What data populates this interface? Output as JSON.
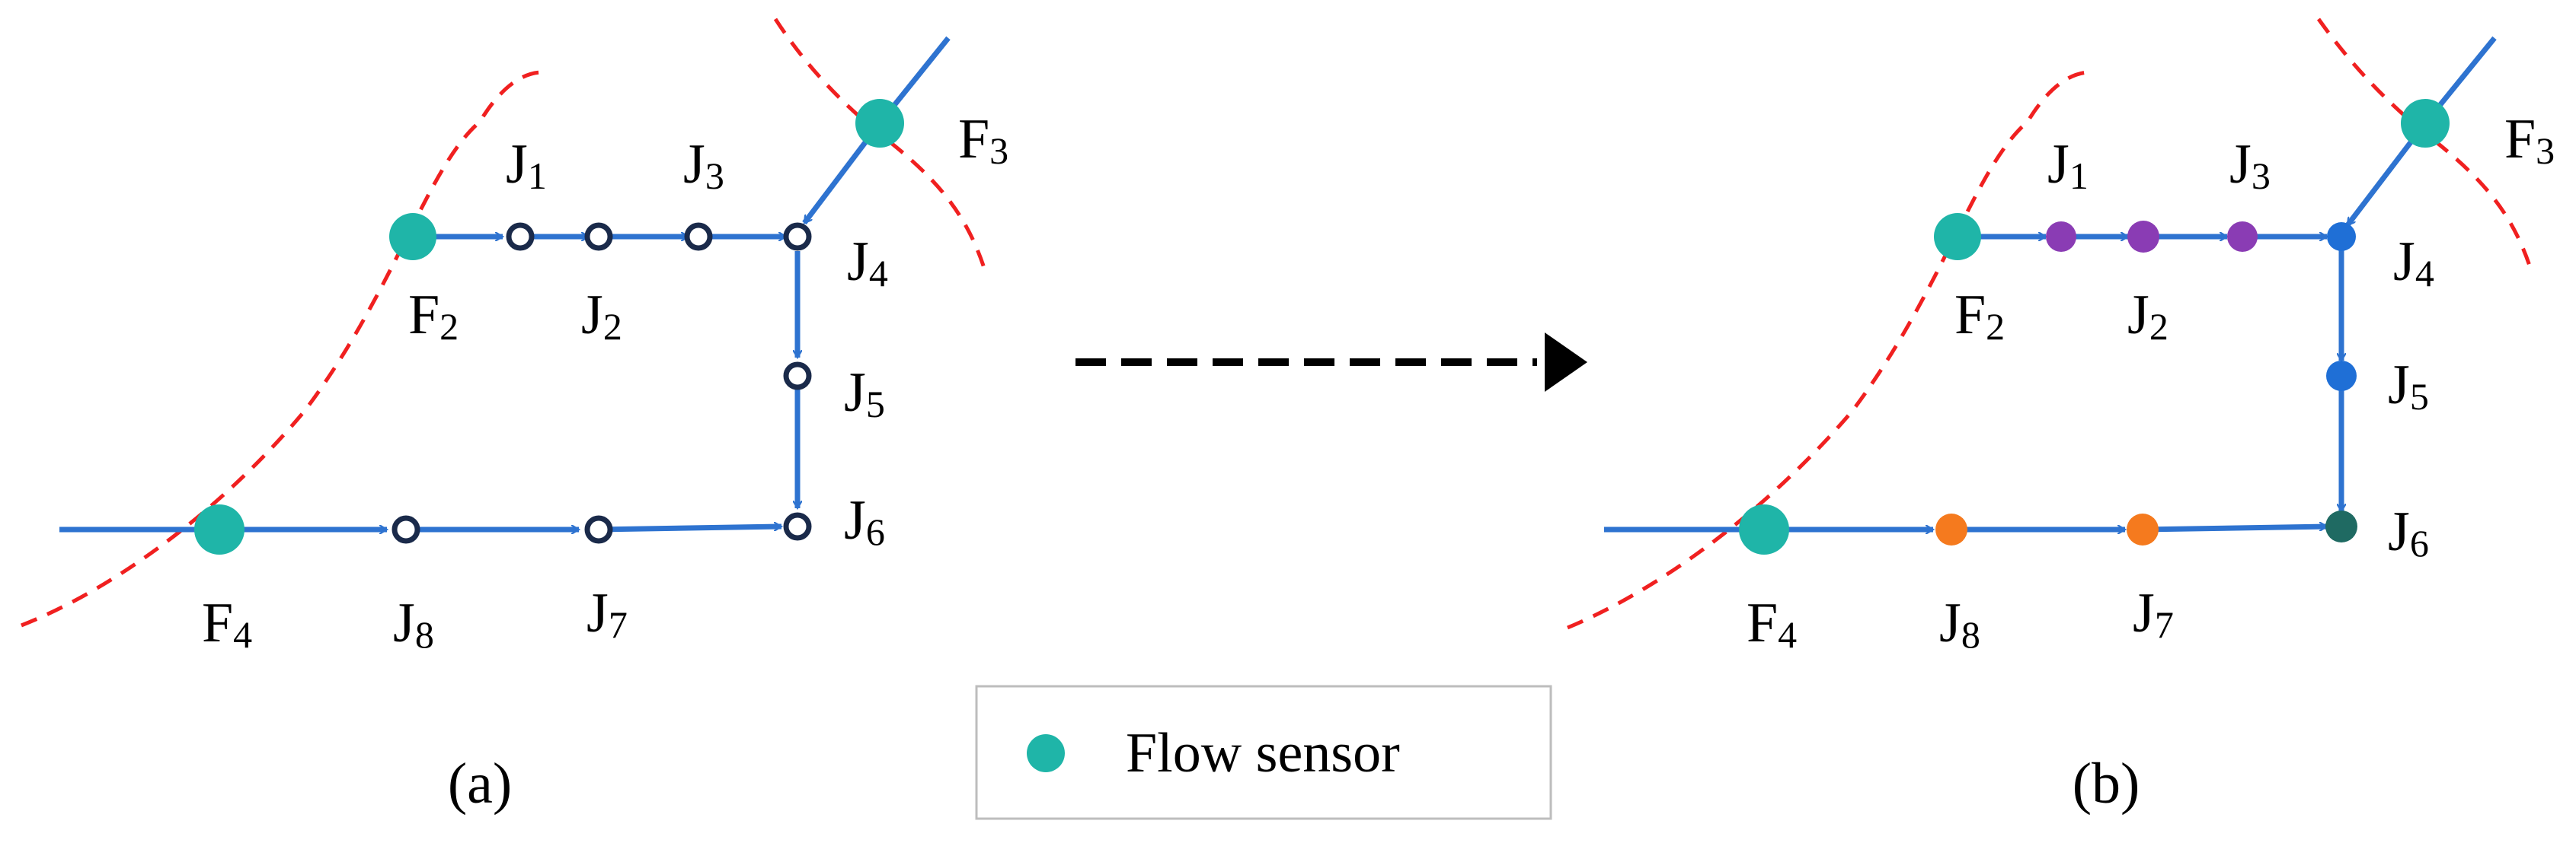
{
  "colors": {
    "pipe": "#2e73d0",
    "sensor": "#1fb5a8",
    "boundary": "#f02020",
    "open_node": "#1a2a4a",
    "arrow": "#000000",
    "group_purple": "#8a3cb4",
    "group_blue": "#1f6fd6",
    "group_teal": "#1f6a62",
    "group_orange": "#f57a1e",
    "legend_border": "#bdbdbd"
  },
  "icons": {
    "transform_arrow": "dashed-right-arrow",
    "flow_arrow": "chevron-arrowhead"
  },
  "panels": [
    {
      "id": "a",
      "caption": "(a)",
      "node_style": "hollow",
      "sensors": [
        {
          "letter": "F",
          "sub": "2"
        },
        {
          "letter": "F",
          "sub": "3"
        },
        {
          "letter": "F",
          "sub": "4"
        }
      ],
      "junctions": [
        {
          "letter": "J",
          "sub": "1",
          "group": "open"
        },
        {
          "letter": "J",
          "sub": "2",
          "group": "open"
        },
        {
          "letter": "J",
          "sub": "3",
          "group": "open"
        },
        {
          "letter": "J",
          "sub": "4",
          "group": "open"
        },
        {
          "letter": "J",
          "sub": "5",
          "group": "open"
        },
        {
          "letter": "J",
          "sub": "6",
          "group": "open"
        },
        {
          "letter": "J",
          "sub": "7",
          "group": "open"
        },
        {
          "letter": "J",
          "sub": "8",
          "group": "open"
        }
      ]
    },
    {
      "id": "b",
      "caption": "(b)",
      "node_style": "filled",
      "sensors": [
        {
          "letter": "F",
          "sub": "2"
        },
        {
          "letter": "F",
          "sub": "3"
        },
        {
          "letter": "F",
          "sub": "4"
        }
      ],
      "junctions": [
        {
          "letter": "J",
          "sub": "1",
          "group": "purple"
        },
        {
          "letter": "J",
          "sub": "2",
          "group": "purple"
        },
        {
          "letter": "J",
          "sub": "3",
          "group": "purple"
        },
        {
          "letter": "J",
          "sub": "4",
          "group": "blue"
        },
        {
          "letter": "J",
          "sub": "5",
          "group": "blue"
        },
        {
          "letter": "J",
          "sub": "6",
          "group": "teal"
        },
        {
          "letter": "J",
          "sub": "7",
          "group": "orange"
        },
        {
          "letter": "J",
          "sub": "8",
          "group": "orange"
        }
      ]
    }
  ],
  "legend": {
    "label": "Flow sensor"
  }
}
